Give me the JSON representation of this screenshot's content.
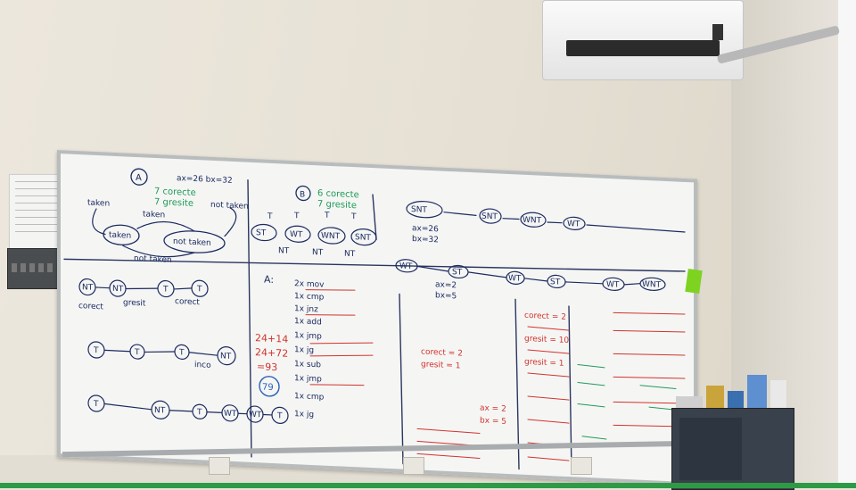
{
  "scene": {
    "description_tags": [
      "whiteboard",
      "air-conditioner",
      "office-wall",
      "cabinet"
    ],
    "colors": {
      "wall": "#e9e4da",
      "marker_blue": "#1c2a60",
      "marker_green": "#1f9a5a",
      "marker_red": "#d2322d",
      "accent_floor": "#2f9a46"
    }
  },
  "board": {
    "section_a": {
      "label": "A",
      "header": "ax=26 bx=32",
      "green_1": "7 corecte",
      "green_2": "7 gresite",
      "state_taken": "taken",
      "state_not_taken": "not taken",
      "edge_taken": "taken",
      "edge_not_taken": "not taken",
      "edge_not": "not taken",
      "edge_bottom": "not taken"
    },
    "section_b": {
      "label": "B",
      "green_1": "6 corecte",
      "green_2": "7 gresite",
      "states": [
        "ST",
        "WT",
        "WNT",
        "SNT"
      ],
      "edges_t": [
        "T",
        "T",
        "T",
        "T"
      ],
      "edges_nt": [
        "NT",
        "NT",
        "NT"
      ]
    },
    "section_c": {
      "states_top": [
        "SNT",
        "SNT",
        "WNT",
        "WT"
      ],
      "states_mid": [
        "WT",
        "ST",
        "WT",
        "ST",
        "WT",
        "WNT"
      ],
      "vals": [
        "ax=26",
        "bx=32",
        "ax=2",
        "bx=5"
      ]
    },
    "lower_left": {
      "chain_1": [
        "NT",
        "NT",
        "T",
        "T"
      ],
      "chain_2": [
        "T",
        "T",
        "T",
        "NT"
      ],
      "chain_3": [
        "T",
        "NT",
        "T",
        "WT",
        "WT",
        "T"
      ],
      "words": [
        "corect",
        "gresit",
        "corect",
        "inco"
      ]
    },
    "code_block": {
      "title": "A:",
      "lines": [
        "2x mov",
        "1x cmp",
        "1x jnz",
        "1x add",
        "1x jmp",
        "1x jg",
        "1x sub",
        "1x jmp",
        "1x cmp",
        "1x jg"
      ],
      "red_sums": [
        "24+14",
        "24+72",
        "=93",
        "79"
      ]
    },
    "right_cols": {
      "red_lines": [
        "corect = 2",
        "gresit = 1",
        "corect = 2",
        "gresit = 10",
        "gresit = 1",
        "ax = 2",
        "bx = 5"
      ]
    }
  }
}
